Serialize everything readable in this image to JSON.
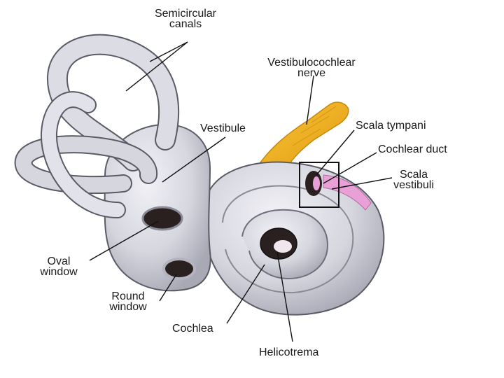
{
  "labels": {
    "semicircular_canals": "Semicircular\ncanals",
    "vestibulocochlear_nerve": "Vestibulocochlear\nnerve",
    "vestibule": "Vestibule",
    "scala_tympani": "Scala tympani",
    "cochlear_duct": "Cochlear duct",
    "scala_vestibuli": "Scala\nvestibuli",
    "oval_window": "Oval\nwindow",
    "round_window": "Round\nwindow",
    "cochlea": "Cochlea",
    "helicotrema": "Helicotrema"
  },
  "colors": {
    "bone": "#d9d9e2",
    "bone_shade": "#9c9cab",
    "outline": "#5b5b66",
    "nerve": "#f0b21e",
    "nerve_edge": "#c68a0c",
    "duct": "#e9a0d6",
    "window": "#2a2020",
    "leader": "#111111"
  }
}
